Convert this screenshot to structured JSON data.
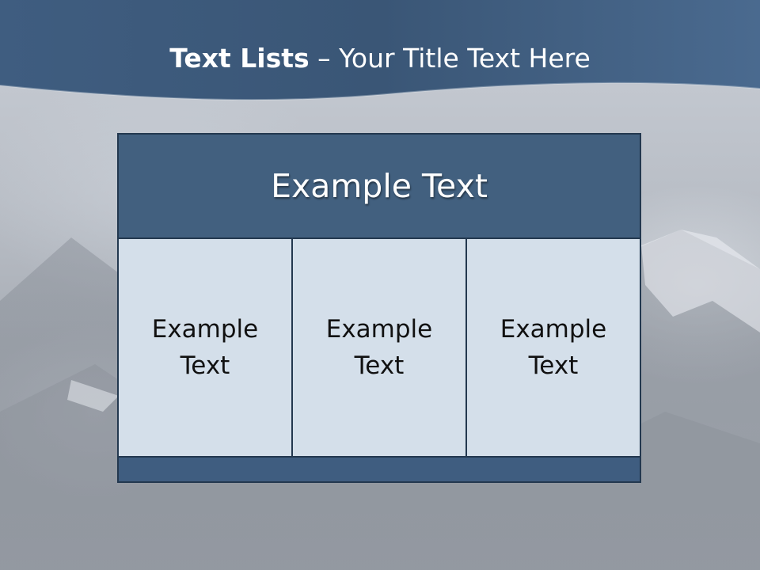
{
  "slide": {
    "title_bold": "Text Lists",
    "title_rest": " – Your Title Text Here"
  },
  "diagram": {
    "top_label": "Example Text",
    "columns": [
      {
        "label": "Example Text"
      },
      {
        "label": "Example Text"
      },
      {
        "label": "Example Text"
      }
    ]
  },
  "colors": {
    "header_band": "#3c5878",
    "top_box": "#42607f",
    "column_fill": "#d4dfea",
    "border": "#23384f",
    "background": "#b9bec6"
  }
}
